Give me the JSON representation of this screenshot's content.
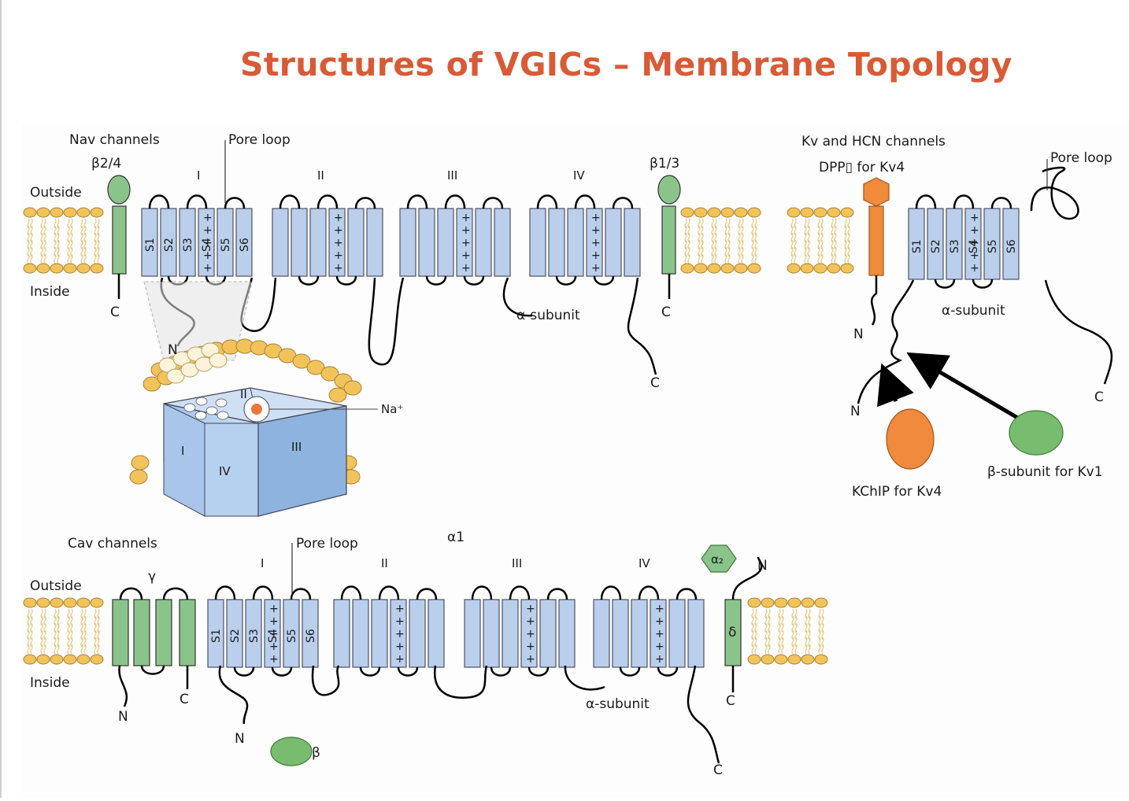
{
  "title": "Structures of VGICs – Membrane Topology",
  "colors": {
    "title": "#d95a36",
    "segment_blue": "#b9cfec",
    "beta_green": "#8bc48a",
    "orange": "#f08a3c",
    "lipid_head": "#f2c35a"
  },
  "nav": {
    "channel_label": "Nav channels",
    "pore_loop": "Pore loop",
    "beta_left": "β2/4",
    "beta_right": "β1/3",
    "outside": "Outside",
    "inside": "Inside",
    "domains": [
      "I",
      "II",
      "III",
      "IV"
    ],
    "segments": [
      "S1",
      "S2",
      "S3",
      "S4",
      "S5",
      "S6"
    ],
    "c_left": "C",
    "c_right": "C",
    "c_alpha": "C",
    "n_term": "N",
    "alpha_subunit": "α-subunit",
    "cube_domains": [
      "I",
      "II",
      "III",
      "IV"
    ],
    "ion": "Na⁺"
  },
  "kv": {
    "channel_label": "Kv and HCN channels",
    "dpp": "DPP▯ for Kv4",
    "pore_loop": "Pore loop",
    "segments": [
      "S1",
      "S2",
      "S3",
      "S4",
      "S5",
      "S6"
    ],
    "alpha_subunit": "α-subunit",
    "n_top": "N",
    "n_bottom": "N",
    "c_term": "C",
    "kchip": "KChIP for Kv4",
    "beta": "β-subunit for Kv1"
  },
  "cav": {
    "channel_label": "Cav channels",
    "pore_loop": "Pore loop",
    "alpha1": "α1",
    "gamma": "γ",
    "outside": "Outside",
    "inside": "Inside",
    "domains": [
      "I",
      "II",
      "III",
      "IV"
    ],
    "segments": [
      "S1",
      "S2",
      "S3",
      "S4",
      "S5",
      "S6"
    ],
    "alpha2": "α₂",
    "delta": "δ",
    "n_alpha2": "N",
    "n_gamma": "N",
    "c_gamma": "C",
    "n_alpha": "N",
    "beta": "β",
    "alpha_subunit": "α-subunit",
    "c_delta": "C",
    "c_alpha": "C"
  }
}
